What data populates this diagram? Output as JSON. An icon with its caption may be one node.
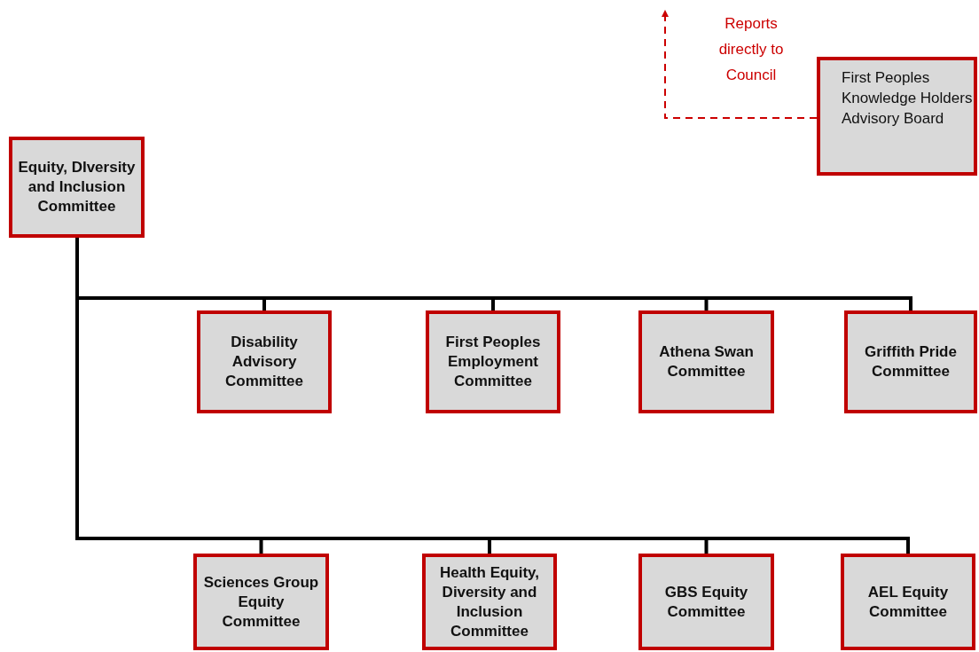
{
  "diagram": {
    "nodes": [
      {
        "text": [
          "Equity, DIversity and Inclusion Committee"
        ]
      },
      {
        "text": [
          "Disability Advisory Committee"
        ]
      },
      {
        "text": [
          "First Peoples Employment Committee"
        ]
      },
      {
        "text": [
          "Athena Swan Committee"
        ]
      },
      {
        "text": [
          "Griffith Pride Committee"
        ]
      },
      {
        "text": [
          "Sciences Group Equity Committee"
        ]
      },
      {
        "text": [
          "Health Equity, Diversity and Inclusion Committee"
        ]
      },
      {
        "text": [
          "GBS Equity Committee"
        ]
      },
      {
        "text": [
          "AEL Equity Committee"
        ]
      },
      {
        "text": [
          "First Peoples Knowledge Holders Advisory Board"
        ]
      }
    ],
    "edges": [
      {
        "from": 0,
        "to": 1,
        "arrow": "none"
      },
      {
        "from": 0,
        "to": 2,
        "arrow": "none"
      },
      {
        "from": 0,
        "to": 3,
        "arrow": "none"
      },
      {
        "from": 0,
        "to": 4,
        "arrow": "none"
      },
      {
        "from": 0,
        "to": 5,
        "arrow": "none"
      },
      {
        "from": 0,
        "to": 6,
        "arrow": "none"
      },
      {
        "from": 0,
        "to": 7,
        "arrow": "none"
      },
      {
        "from": 0,
        "to": 8,
        "arrow": "none"
      },
      {
        "from": 9,
        "to": null,
        "arrow": "to",
        "label": "Reports directly to Council",
        "style": "dashed",
        "color": "#cc0000"
      }
    ]
  }
}
